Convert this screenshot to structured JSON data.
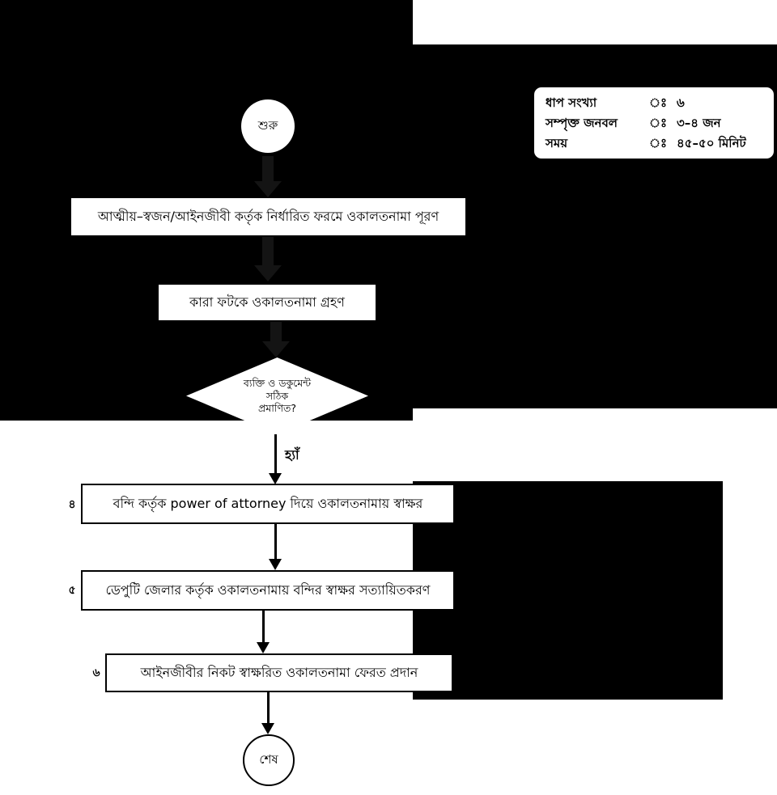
{
  "info_box": {
    "rows": [
      {
        "label": "ধাপ সংখ্যা",
        "sep": "ঃ",
        "value": "৬"
      },
      {
        "label": "সম্পৃক্ত জনবল",
        "sep": "ঃ",
        "value": "৩–৪ জন"
      },
      {
        "label": "সময়",
        "sep": "ঃ",
        "value": "৪৫–৫০ মিনিট"
      }
    ]
  },
  "flowchart": {
    "start_label": "শুরু",
    "end_label": "শেষ",
    "step1": "আত্মীয়–স্বজন/আইনজীবী কর্তৃক নির্ধারিত ফরমে ওকালতনামা পূরণ",
    "step2": "কারা ফটকে ওকালতনামা গ্রহণ",
    "decision": {
      "lines": [
        "ব্যক্তি ও ডকুমেন্ট",
        "সঠিক",
        "প্রমাণিত?"
      ]
    },
    "yes_label": "হ্যাঁ",
    "numbered_steps": [
      {
        "number": "৪",
        "text": "বন্দি কর্তৃক power of attorney দিয়ে ওকালতনামায় স্বাক্ষর"
      },
      {
        "number": "৫",
        "text": "ডেপুটি জেলার কর্তৃক ওকালতনামায় বন্দির স্বাক্ষর সত্যায়িতকরণ"
      },
      {
        "number": "৬",
        "text": "আইনজীবীর নিকট স্বাক্ষরিত ওকালতনামা ফেরত প্রদান"
      }
    ]
  },
  "colors": {
    "background_black": "#000000",
    "shape_white": "#ffffff",
    "text": "#000000"
  }
}
